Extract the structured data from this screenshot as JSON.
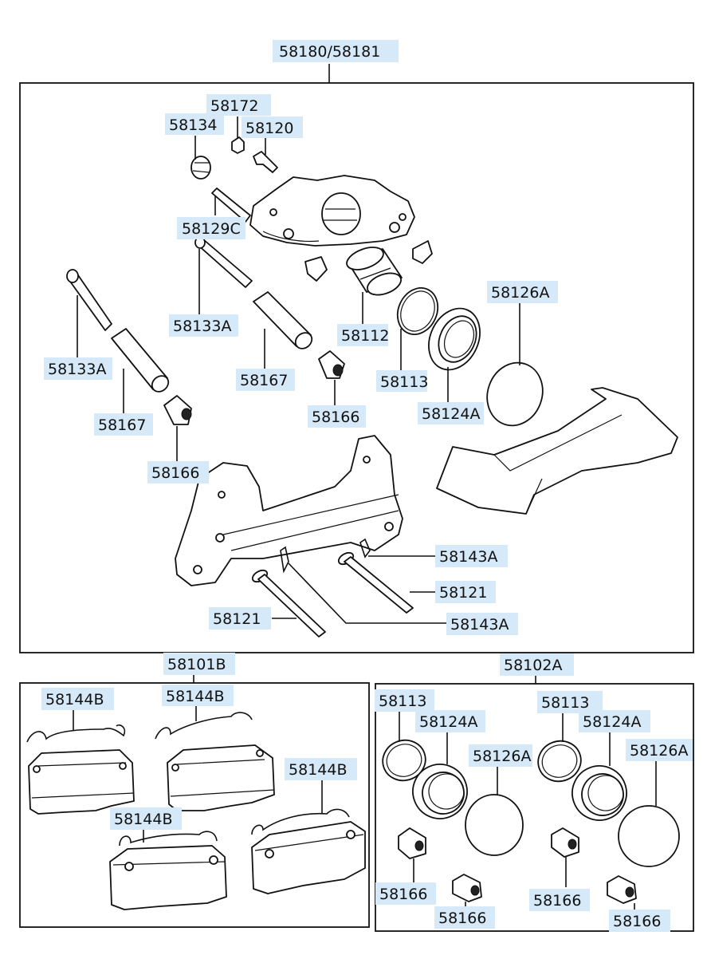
{
  "labels": {
    "assy_caliper": "58180/58181",
    "bleeder_cap": "58172",
    "bushing_top": "58134",
    "bleeder_screw": "58120",
    "pin_129c": "58129C",
    "pin_133a_inner": "58133A",
    "pin_133a_outer": "58133A",
    "piston": "58112",
    "ring_126a": "58126A",
    "guide_167_inner": "58167",
    "guide_167_outer": "58167",
    "seal_113": "58113",
    "boot_124a": "58124A",
    "bush_166_inner": "58166",
    "bush_166_outer": "58166",
    "clip_143a_top": "58143A",
    "pin_121_right": "58121",
    "pin_121_left": "58121",
    "clip_143a_bottom": "58143A",
    "pad_kit": "58101B",
    "spring_144b_1": "58144B",
    "spring_144b_2": "58144B",
    "spring_144b_3": "58144B",
    "spring_144b_4": "58144B",
    "seal_kit": "58102A",
    "kit_113_left": "58113",
    "kit_124a_left": "58124A",
    "kit_126a_left": "58126A",
    "kit_166_left_a": "58166",
    "kit_166_left_b": "58166",
    "kit_113_right": "58113",
    "kit_124a_right": "58124A",
    "kit_126a_right": "58126A",
    "kit_166_right_a": "58166",
    "kit_166_right_b": "58166"
  }
}
